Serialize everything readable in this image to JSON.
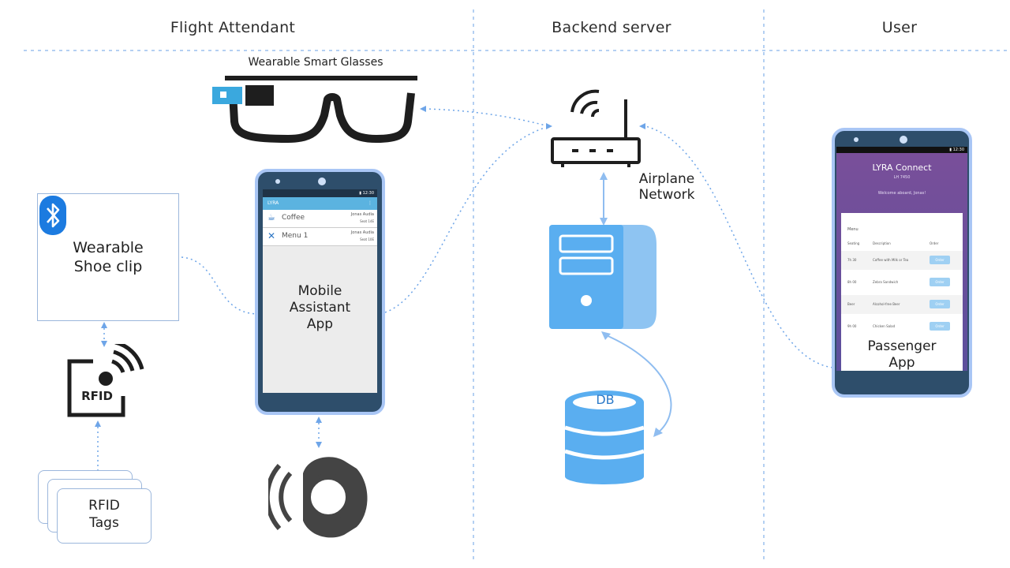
{
  "columns": {
    "flight_attendant": "Flight Attendant",
    "backend": "Backend server",
    "user": "User"
  },
  "glasses": {
    "label": "Wearable Smart Glasses"
  },
  "shoe_clip": {
    "label_line1": "Wearable",
    "label_line2": "Shoe clip",
    "icon": "bluetooth-icon"
  },
  "rfid_reader": {
    "label": "RFID"
  },
  "rfid_tags": {
    "label_line1": "RFID",
    "label_line2": "Tags"
  },
  "mobile_app": {
    "label_line1": "Mobile",
    "label_line2": "Assistant",
    "label_line3": "App",
    "status": "▮ 12:30",
    "header": "LYRA",
    "items": [
      {
        "label": "Coffee",
        "name": "Jonas Audia",
        "seat": "Seat 14E",
        "icon": "coffee-cup-icon"
      },
      {
        "label": "Menu 1",
        "name": "Jonas Audia",
        "seat": "Seat 10E",
        "icon": "cutlery-icon"
      }
    ]
  },
  "network": {
    "label_line1": "Airplane",
    "label_line2": "Network",
    "icon": "router-icon"
  },
  "server": {
    "icon": "server-icon"
  },
  "database": {
    "label": "DB",
    "icon": "database-icon"
  },
  "smartwatch": {
    "icon": "smartwatch-icon"
  },
  "passenger_app": {
    "label_line1": "Passenger",
    "label_line2": "App",
    "status": "▮ 12:30",
    "title": "LYRA Connect",
    "subtitle": "LH 7450",
    "welcome": "Welcome aboard, Jonas!",
    "section": "Menu",
    "col_headers": [
      "Seating",
      "Description",
      "Order"
    ],
    "rows": [
      {
        "time": "7h 30",
        "desc": "Coffee with Milk or Tea",
        "button": "Order"
      },
      {
        "time": "8h 00",
        "desc": "Zebra Sandwich",
        "button": "Order"
      },
      {
        "time": "Beer",
        "desc": "Alcohol-free Beer",
        "button": "Order"
      },
      {
        "time": "9h 00",
        "desc": "Chicken Salad",
        "button": "Order"
      }
    ]
  },
  "colors": {
    "accent_blue": "#60aef0",
    "dotted_line": "#6ea5e8",
    "phone_frame": "#a9c6f5",
    "phone_body": "#2e4e6b",
    "passenger_header": "#6b4fa0"
  }
}
